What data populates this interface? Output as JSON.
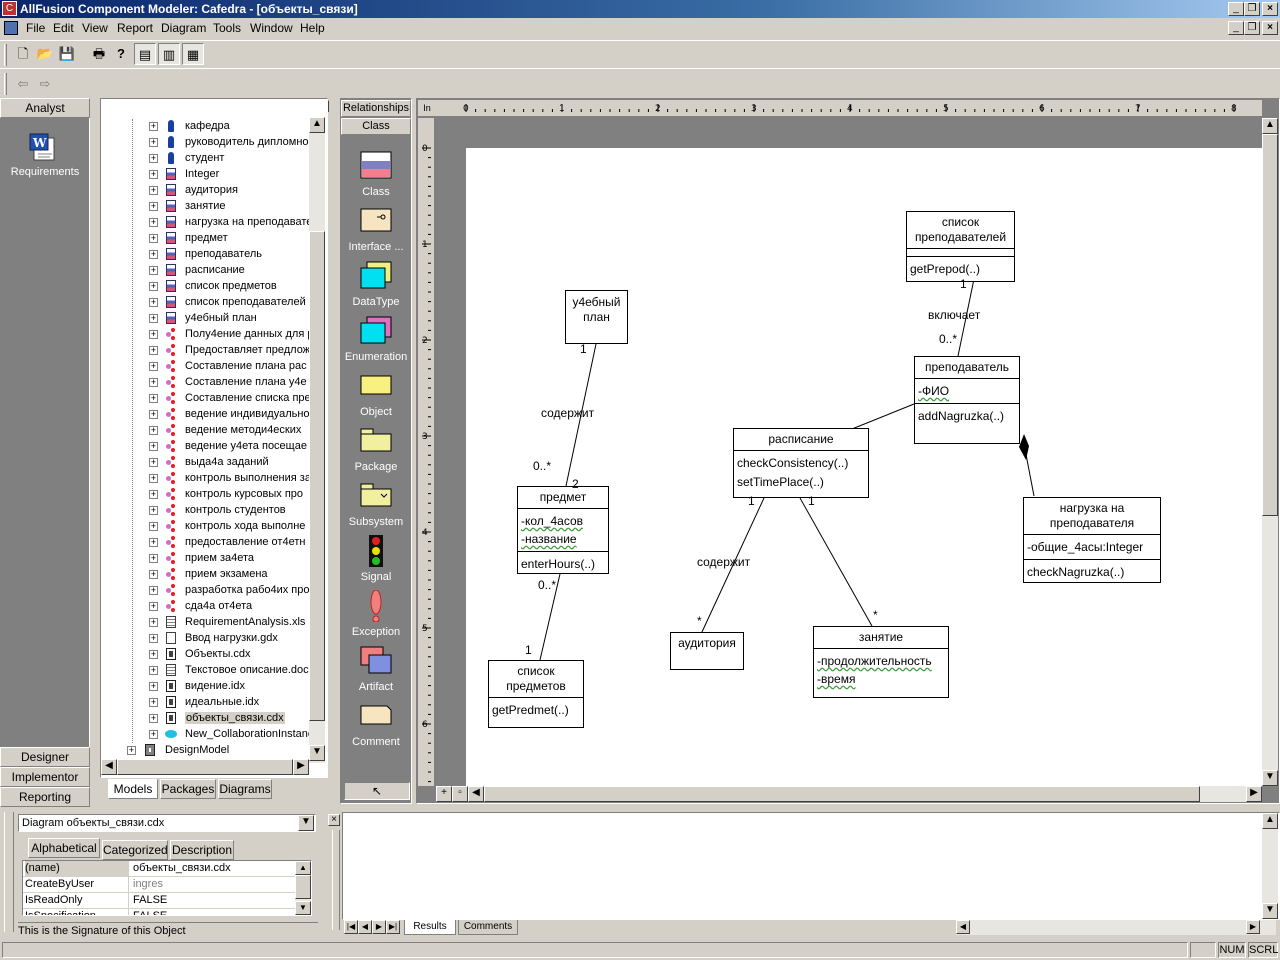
{
  "app": {
    "title": "AllFusion Component Modeler: Cafedra - [объекты_связи]",
    "icon": "app-icon"
  },
  "menu": [
    "File",
    "Edit",
    "View",
    "Report",
    "Diagram",
    "Tools",
    "Window",
    "Help"
  ],
  "left_nav": {
    "active": "Analyst",
    "requirements_label": "Requirements",
    "bottom": [
      "Designer",
      "Implementor",
      "Reporting"
    ]
  },
  "tree": {
    "items": [
      {
        "label": "кафедра",
        "icon": "actor-icon"
      },
      {
        "label": "руководитель дипломной",
        "icon": "actor-icon"
      },
      {
        "label": "студент",
        "icon": "actor-icon"
      },
      {
        "label": "Integer",
        "icon": "class-icon"
      },
      {
        "label": "аудитория",
        "icon": "class-icon"
      },
      {
        "label": "занятие",
        "icon": "class-icon"
      },
      {
        "label": "нагрузка на преподавателя",
        "icon": "class-icon"
      },
      {
        "label": "предмет",
        "icon": "class-icon"
      },
      {
        "label": "преподаватель",
        "icon": "class-icon"
      },
      {
        "label": "расписание",
        "icon": "class-icon"
      },
      {
        "label": "список предметов",
        "icon": "class-icon"
      },
      {
        "label": "список преподавателей",
        "icon": "class-icon"
      },
      {
        "label": "у4ебный план",
        "icon": "class-icon"
      },
      {
        "label": "Полу4ение данных для р",
        "icon": "collaboration-icon"
      },
      {
        "label": "Предоставляет предлож",
        "icon": "collaboration-icon"
      },
      {
        "label": "Составление плана рас",
        "icon": "collaboration-icon"
      },
      {
        "label": "Составление плана у4е",
        "icon": "collaboration-icon"
      },
      {
        "label": "Составление списка пре",
        "icon": "collaboration-icon"
      },
      {
        "label": "ведение индивидуально",
        "icon": "collaboration-icon"
      },
      {
        "label": "ведение методи4еских",
        "icon": "collaboration-icon"
      },
      {
        "label": "ведение у4ета посещае",
        "icon": "collaboration-icon"
      },
      {
        "label": "выда4а заданий",
        "icon": "collaboration-icon"
      },
      {
        "label": "контроль выполнения за",
        "icon": "collaboration-icon"
      },
      {
        "label": "контроль курсовых про",
        "icon": "collaboration-icon"
      },
      {
        "label": "контроль студентов",
        "icon": "collaboration-icon"
      },
      {
        "label": "контроль хода выполне",
        "icon": "collaboration-icon"
      },
      {
        "label": "предоставление от4етн",
        "icon": "collaboration-icon"
      },
      {
        "label": "прием за4ета",
        "icon": "collaboration-icon"
      },
      {
        "label": "прием экзамена",
        "icon": "collaboration-icon"
      },
      {
        "label": "разработка рабо4их про",
        "icon": "collaboration-icon"
      },
      {
        "label": "сда4а от4ета",
        "icon": "collaboration-icon"
      },
      {
        "label": "RequirementAnalysis.xls",
        "icon": "document-icon"
      },
      {
        "label": "Ввод нагрузки.gdx",
        "icon": "gui-icon"
      },
      {
        "label": "Объекты.cdx",
        "icon": "diagram-icon"
      },
      {
        "label": "Текстовое описание.doc",
        "icon": "document-icon"
      },
      {
        "label": "видение.idx",
        "icon": "diagram-icon"
      },
      {
        "label": "идеальные.idx",
        "icon": "diagram-icon"
      },
      {
        "label": "объекты_связи.cdx",
        "icon": "diagram-icon",
        "selected": true
      },
      {
        "label": "New_CollaborationInstance",
        "icon": "collaboration-instance-icon"
      }
    ],
    "root_item": "DesignModel",
    "tabs": [
      "Models",
      "Packages",
      "Diagrams"
    ]
  },
  "palette": {
    "tabs": [
      "Relationships",
      "Class"
    ],
    "items": [
      "Class",
      "Interface ...",
      "DataType",
      "Enumeration",
      "Object",
      "Package",
      "Subsystem",
      "Signal",
      "Exception",
      "Artifact",
      "Comment"
    ]
  },
  "ruler": {
    "corner": "In",
    "h": [
      "0",
      "1",
      "2",
      "3",
      "4",
      "5",
      "6",
      "7",
      "8"
    ],
    "v": [
      "0",
      "1",
      "2",
      "3",
      "4",
      "5",
      "6"
    ]
  },
  "diagram": {
    "classes": {
      "spisok_prep": {
        "name": "список преподавателей",
        "ops": [
          "getPrepod(..)"
        ]
      },
      "ucheb_plan": {
        "name": "у4ебный план"
      },
      "prepod": {
        "name": "преподаватель",
        "attrs": [
          "-ФИО"
        ],
        "ops": [
          "addNagruzka(..)"
        ]
      },
      "raspisanie": {
        "name": "расписание",
        "ops": [
          "checkConsistency(..)",
          "setTimePlace(..)"
        ]
      },
      "predmet": {
        "name": "предмет",
        "attrs": [
          "-кол_4асов",
          "-название"
        ],
        "ops": [
          "enterHours(..)"
        ]
      },
      "nagruzka": {
        "name": "нагрузка на преподавателя",
        "attrs": [
          "-общие_4асы:Integer"
        ],
        "ops": [
          "checkNagruzka(..)"
        ]
      },
      "auditoria": {
        "name": "аудитория"
      },
      "zanyatie": {
        "name": "занятие",
        "attrs": [
          "-продолжительность",
          "-время"
        ]
      },
      "spisok_pred": {
        "name": "список предметов",
        "ops": [
          "getPredmet(..)"
        ]
      }
    },
    "labels": {
      "vklyuchaet": "включает",
      "soderzhit1": "содержит",
      "soderzhit2": "содержит",
      "m_sp_1": "1",
      "m_pr_0n": "0..*",
      "m_up_1": "1",
      "m_pm_0n": "0..*",
      "m_pm_2": "2",
      "m_pm_0n_b": "0..*",
      "m_spd_1": "1",
      "m_r_1a": "1",
      "m_r_1b": "1",
      "m_a_star": "*",
      "m_z_star": "*"
    }
  },
  "properties": {
    "selector": "Diagram объекты_связи.cdx",
    "tabs": [
      "Alphabetical",
      "Categorized",
      "Description"
    ],
    "rows": [
      {
        "key": "(name)",
        "value": "объекты_связи.cdx"
      },
      {
        "key": "CreateByUser",
        "value": "ingres"
      },
      {
        "key": "IsReadOnly",
        "value": "FALSE"
      },
      {
        "key": "IsSpecification",
        "value": "FALSE"
      }
    ],
    "hint": "This is the Signature of this Object"
  },
  "output": {
    "tabs": [
      "Results",
      "Comments"
    ]
  },
  "status": {
    "num": "NUM",
    "scrl": "SCRL"
  }
}
